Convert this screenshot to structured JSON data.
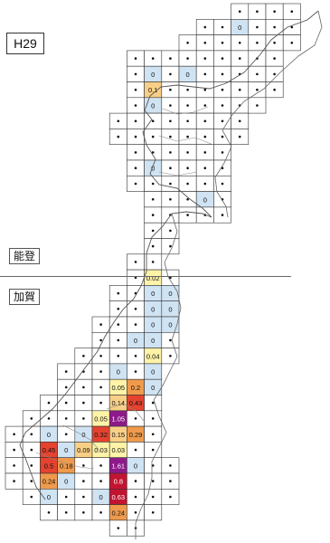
{
  "year_label": "H29",
  "regions": {
    "north": "能登",
    "south": "加賀"
  },
  "legend_colors": {
    "zero": "#cfe3f3",
    "very_low": "#fff3a8",
    "low": "#f8cf86",
    "mid": "#ef9a4c",
    "high": "#e4432f",
    "very_high": "#c21431",
    "top": "#8e1a8a"
  },
  "grid_cells": [
    {
      "row": 0,
      "col": 13
    },
    {
      "row": 0,
      "col": 14
    },
    {
      "row": 0,
      "col": 15
    },
    {
      "row": 0,
      "col": 16
    },
    {
      "row": 1,
      "col": 11
    },
    {
      "row": 1,
      "col": 12
    },
    {
      "row": 1,
      "col": 13,
      "value": "0"
    },
    {
      "row": 1,
      "col": 14
    },
    {
      "row": 1,
      "col": 15
    },
    {
      "row": 1,
      "col": 16
    },
    {
      "row": 2,
      "col": 10
    },
    {
      "row": 2,
      "col": 11
    },
    {
      "row": 2,
      "col": 12
    },
    {
      "row": 2,
      "col": 13
    },
    {
      "row": 2,
      "col": 14
    },
    {
      "row": 2,
      "col": 15
    },
    {
      "row": 2,
      "col": 16
    },
    {
      "row": 3,
      "col": 7
    },
    {
      "row": 3,
      "col": 8
    },
    {
      "row": 3,
      "col": 9
    },
    {
      "row": 3,
      "col": 10
    },
    {
      "row": 3,
      "col": 11
    },
    {
      "row": 3,
      "col": 12
    },
    {
      "row": 3,
      "col": 13
    },
    {
      "row": 3,
      "col": 14
    },
    {
      "row": 3,
      "col": 15
    },
    {
      "row": 4,
      "col": 7
    },
    {
      "row": 4,
      "col": 8,
      "value": "0"
    },
    {
      "row": 4,
      "col": 9
    },
    {
      "row": 4,
      "col": 10,
      "value": "0"
    },
    {
      "row": 4,
      "col": 11
    },
    {
      "row": 4,
      "col": 12
    },
    {
      "row": 4,
      "col": 13
    },
    {
      "row": 4,
      "col": 14
    },
    {
      "row": 4,
      "col": 15
    },
    {
      "row": 5,
      "col": 7
    },
    {
      "row": 5,
      "col": 8,
      "value": "0.1"
    },
    {
      "row": 5,
      "col": 9
    },
    {
      "row": 5,
      "col": 10
    },
    {
      "row": 5,
      "col": 11
    },
    {
      "row": 5,
      "col": 12
    },
    {
      "row": 5,
      "col": 13
    },
    {
      "row": 5,
      "col": 14
    },
    {
      "row": 5,
      "col": 15
    },
    {
      "row": 6,
      "col": 7
    },
    {
      "row": 6,
      "col": 8,
      "value": "0"
    },
    {
      "row": 6,
      "col": 9
    },
    {
      "row": 6,
      "col": 10
    },
    {
      "row": 6,
      "col": 11
    },
    {
      "row": 6,
      "col": 12
    },
    {
      "row": 6,
      "col": 13
    },
    {
      "row": 6,
      "col": 14
    },
    {
      "row": 7,
      "col": 6
    },
    {
      "row": 7,
      "col": 7
    },
    {
      "row": 7,
      "col": 8
    },
    {
      "row": 7,
      "col": 9
    },
    {
      "row": 7,
      "col": 10
    },
    {
      "row": 7,
      "col": 11
    },
    {
      "row": 7,
      "col": 12
    },
    {
      "row": 7,
      "col": 13
    },
    {
      "row": 8,
      "col": 6
    },
    {
      "row": 8,
      "col": 7
    },
    {
      "row": 8,
      "col": 8
    },
    {
      "row": 8,
      "col": 9
    },
    {
      "row": 8,
      "col": 10
    },
    {
      "row": 8,
      "col": 11
    },
    {
      "row": 8,
      "col": 12
    },
    {
      "row": 8,
      "col": 13
    },
    {
      "row": 9,
      "col": 7
    },
    {
      "row": 9,
      "col": 8
    },
    {
      "row": 9,
      "col": 9
    },
    {
      "row": 9,
      "col": 10
    },
    {
      "row": 9,
      "col": 11
    },
    {
      "row": 9,
      "col": 12
    },
    {
      "row": 10,
      "col": 7
    },
    {
      "row": 10,
      "col": 8,
      "value": "0"
    },
    {
      "row": 10,
      "col": 9
    },
    {
      "row": 10,
      "col": 10
    },
    {
      "row": 10,
      "col": 11
    },
    {
      "row": 10,
      "col": 12
    },
    {
      "row": 11,
      "col": 7
    },
    {
      "row": 11,
      "col": 8
    },
    {
      "row": 11,
      "col": 9
    },
    {
      "row": 11,
      "col": 10
    },
    {
      "row": 11,
      "col": 11
    },
    {
      "row": 11,
      "col": 12
    },
    {
      "row": 12,
      "col": 8
    },
    {
      "row": 12,
      "col": 9
    },
    {
      "row": 12,
      "col": 10
    },
    {
      "row": 12,
      "col": 11,
      "value": "0"
    },
    {
      "row": 12,
      "col": 12
    },
    {
      "row": 13,
      "col": 8
    },
    {
      "row": 13,
      "col": 9
    },
    {
      "row": 13,
      "col": 10
    },
    {
      "row": 13,
      "col": 11
    },
    {
      "row": 13,
      "col": 12
    },
    {
      "row": 14,
      "col": 8
    },
    {
      "row": 14,
      "col": 9
    },
    {
      "row": 15,
      "col": 8
    },
    {
      "row": 15,
      "col": 9
    },
    {
      "row": 16,
      "col": 7
    },
    {
      "row": 16,
      "col": 8
    },
    {
      "row": 17,
      "col": 7
    },
    {
      "row": 17,
      "col": 8,
      "value": "0.02"
    },
    {
      "row": 17,
      "col": 9
    },
    {
      "row": 18,
      "col": 6
    },
    {
      "row": 18,
      "col": 7
    },
    {
      "row": 18,
      "col": 8,
      "value": "0"
    },
    {
      "row": 18,
      "col": 9,
      "value": "0"
    },
    {
      "row": 19,
      "col": 6
    },
    {
      "row": 19,
      "col": 7
    },
    {
      "row": 19,
      "col": 8,
      "value": "0"
    },
    {
      "row": 19,
      "col": 9,
      "value": "0"
    },
    {
      "row": 20,
      "col": 5
    },
    {
      "row": 20,
      "col": 6
    },
    {
      "row": 20,
      "col": 7
    },
    {
      "row": 20,
      "col": 8,
      "value": "0"
    },
    {
      "row": 20,
      "col": 9,
      "value": "0"
    },
    {
      "row": 21,
      "col": 5
    },
    {
      "row": 21,
      "col": 6
    },
    {
      "row": 21,
      "col": 7,
      "value": "0"
    },
    {
      "row": 21,
      "col": 8,
      "value": "0"
    },
    {
      "row": 21,
      "col": 9
    },
    {
      "row": 22,
      "col": 4
    },
    {
      "row": 22,
      "col": 5
    },
    {
      "row": 22,
      "col": 6
    },
    {
      "row": 22,
      "col": 7
    },
    {
      "row": 22,
      "col": 8,
      "value": "0.04"
    },
    {
      "row": 22,
      "col": 9
    },
    {
      "row": 23,
      "col": 3
    },
    {
      "row": 23,
      "col": 4
    },
    {
      "row": 23,
      "col": 5
    },
    {
      "row": 23,
      "col": 6,
      "value": "0"
    },
    {
      "row": 23,
      "col": 7
    },
    {
      "row": 23,
      "col": 8,
      "value": "0"
    },
    {
      "row": 24,
      "col": 3
    },
    {
      "row": 24,
      "col": 4
    },
    {
      "row": 24,
      "col": 5
    },
    {
      "row": 24,
      "col": 6,
      "value": "0.05"
    },
    {
      "row": 24,
      "col": 7,
      "value": "0.2"
    },
    {
      "row": 24,
      "col": 8,
      "value": "0"
    },
    {
      "row": 25,
      "col": 2
    },
    {
      "row": 25,
      "col": 3
    },
    {
      "row": 25,
      "col": 4
    },
    {
      "row": 25,
      "col": 5
    },
    {
      "row": 25,
      "col": 6,
      "value": "0.14"
    },
    {
      "row": 25,
      "col": 7,
      "value": "0.43"
    },
    {
      "row": 25,
      "col": 8
    },
    {
      "row": 26,
      "col": 1
    },
    {
      "row": 26,
      "col": 2
    },
    {
      "row": 26,
      "col": 3
    },
    {
      "row": 26,
      "col": 4
    },
    {
      "row": 26,
      "col": 5,
      "value": "0.05"
    },
    {
      "row": 26,
      "col": 6,
      "value": "1.05"
    },
    {
      "row": 26,
      "col": 7
    },
    {
      "row": 26,
      "col": 8
    },
    {
      "row": 27,
      "col": 0
    },
    {
      "row": 27,
      "col": 1
    },
    {
      "row": 27,
      "col": 2,
      "value": "0"
    },
    {
      "row": 27,
      "col": 3
    },
    {
      "row": 27,
      "col": 4,
      "value": "0"
    },
    {
      "row": 27,
      "col": 5,
      "value": "0.32"
    },
    {
      "row": 27,
      "col": 6,
      "value": "0.15"
    },
    {
      "row": 27,
      "col": 7,
      "value": "0.29"
    },
    {
      "row": 27,
      "col": 8
    },
    {
      "row": 28,
      "col": 0
    },
    {
      "row": 28,
      "col": 1
    },
    {
      "row": 28,
      "col": 2,
      "value": "0.45"
    },
    {
      "row": 28,
      "col": 3,
      "value": "0"
    },
    {
      "row": 28,
      "col": 4,
      "value": "0.09"
    },
    {
      "row": 28,
      "col": 5,
      "value": "0.03"
    },
    {
      "row": 28,
      "col": 6,
      "value": "0.03"
    },
    {
      "row": 28,
      "col": 7
    },
    {
      "row": 28,
      "col": 8
    },
    {
      "row": 29,
      "col": 0
    },
    {
      "row": 29,
      "col": 1
    },
    {
      "row": 29,
      "col": 2,
      "value": "0.5"
    },
    {
      "row": 29,
      "col": 3,
      "value": "0.18"
    },
    {
      "row": 29,
      "col": 4
    },
    {
      "row": 29,
      "col": 5
    },
    {
      "row": 29,
      "col": 6,
      "value": "1.61"
    },
    {
      "row": 29,
      "col": 7,
      "value": "0"
    },
    {
      "row": 29,
      "col": 8
    },
    {
      "row": 29,
      "col": 9
    },
    {
      "row": 30,
      "col": 0
    },
    {
      "row": 30,
      "col": 1
    },
    {
      "row": 30,
      "col": 2,
      "value": "0.24"
    },
    {
      "row": 30,
      "col": 3,
      "value": "0"
    },
    {
      "row": 30,
      "col": 4
    },
    {
      "row": 30,
      "col": 5
    },
    {
      "row": 30,
      "col": 6,
      "value": "0.8"
    },
    {
      "row": 30,
      "col": 7
    },
    {
      "row": 30,
      "col": 8
    },
    {
      "row": 30,
      "col": 9
    },
    {
      "row": 31,
      "col": 1
    },
    {
      "row": 31,
      "col": 2,
      "value": "0"
    },
    {
      "row": 31,
      "col": 3
    },
    {
      "row": 31,
      "col": 4
    },
    {
      "row": 31,
      "col": 5,
      "value": "0"
    },
    {
      "row": 31,
      "col": 6,
      "value": "0.63"
    },
    {
      "row": 31,
      "col": 7
    },
    {
      "row": 31,
      "col": 8
    },
    {
      "row": 31,
      "col": 9
    },
    {
      "row": 32,
      "col": 2
    },
    {
      "row": 32,
      "col": 3
    },
    {
      "row": 32,
      "col": 4
    },
    {
      "row": 32,
      "col": 5
    },
    {
      "row": 32,
      "col": 6,
      "value": "0.24"
    },
    {
      "row": 32,
      "col": 7
    },
    {
      "row": 32,
      "col": 8
    },
    {
      "row": 33,
      "col": 6
    },
    {
      "row": 33,
      "col": 7
    }
  ]
}
